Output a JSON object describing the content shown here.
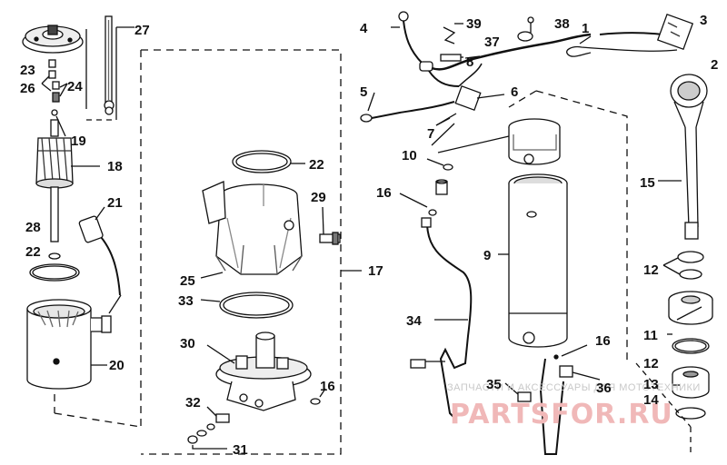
{
  "callouts": {
    "c1": "1",
    "c2": "2",
    "c3": "3",
    "c4": "4",
    "c5": "5",
    "c6": "6",
    "c7": "7",
    "c8": "8",
    "c9": "9",
    "c10": "10",
    "c11": "11",
    "c12a": "12",
    "c12b": "12",
    "c13": "13",
    "c14": "14",
    "c15": "15",
    "c16a": "16",
    "c16b": "16",
    "c16c": "16",
    "c17": "17",
    "c18": "18",
    "c19": "19",
    "c20": "20",
    "c21": "21",
    "c22a": "22",
    "c22b": "22",
    "c23": "23",
    "c24": "24",
    "c25": "25",
    "c26": "26",
    "c27": "27",
    "c28": "28",
    "c29": "29",
    "c30": "30",
    "c31": "31",
    "c32": "32",
    "c33": "33",
    "c34": "34",
    "c35": "35",
    "c36": "36",
    "c37": "37",
    "c38": "38",
    "c39": "39"
  },
  "watermark": {
    "line1": "ЗАПЧАСТИ И АКСЕССУАРЫ ДЛЯ МОТОТЕХНИКИ",
    "line2": "PARTSFOR.RU"
  },
  "colors": {
    "ink": "#111111",
    "shade": "#555555",
    "light": "#bdbdbd",
    "watermark": "#f0b8b8"
  }
}
